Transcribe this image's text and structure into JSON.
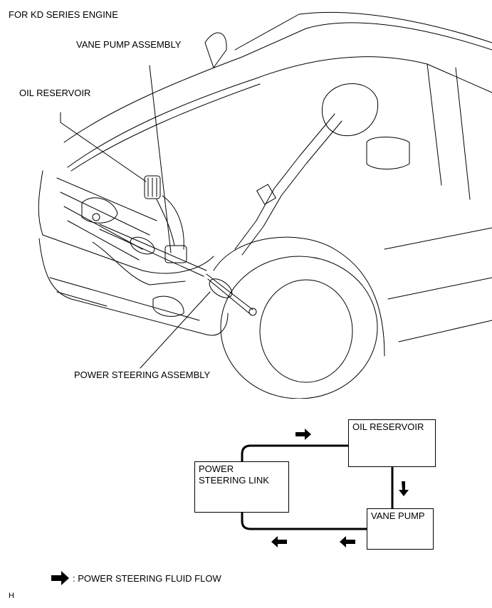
{
  "header": {
    "title": "FOR KD SERIES ENGINE"
  },
  "callouts": {
    "vane_pump_assembly": "VANE PUMP ASSEMBLY",
    "oil_reservoir": "OIL RESERVOIR",
    "power_steering_assembly": "POWER STEERING ASSEMBLY"
  },
  "flow_diagram": {
    "boxes": {
      "oil_reservoir": "OIL RESERVOIR",
      "power_steering_link": "POWER STEERING LINK",
      "vane_pump": "VANE PUMP"
    },
    "arrows": [
      {
        "from": "power_steering_link",
        "to": "oil_reservoir",
        "direction": "right"
      },
      {
        "from": "oil_reservoir",
        "to": "vane_pump",
        "direction": "down"
      },
      {
        "from": "vane_pump",
        "to": "power_steering_link",
        "direction": "left"
      },
      {
        "from": "vane_pump",
        "to": "power_steering_link",
        "direction": "left"
      }
    ]
  },
  "legend": {
    "label": ": POWER STEERING FLUID FLOW",
    "icon": "arrow-right-icon"
  },
  "footer": {
    "code": "H"
  }
}
